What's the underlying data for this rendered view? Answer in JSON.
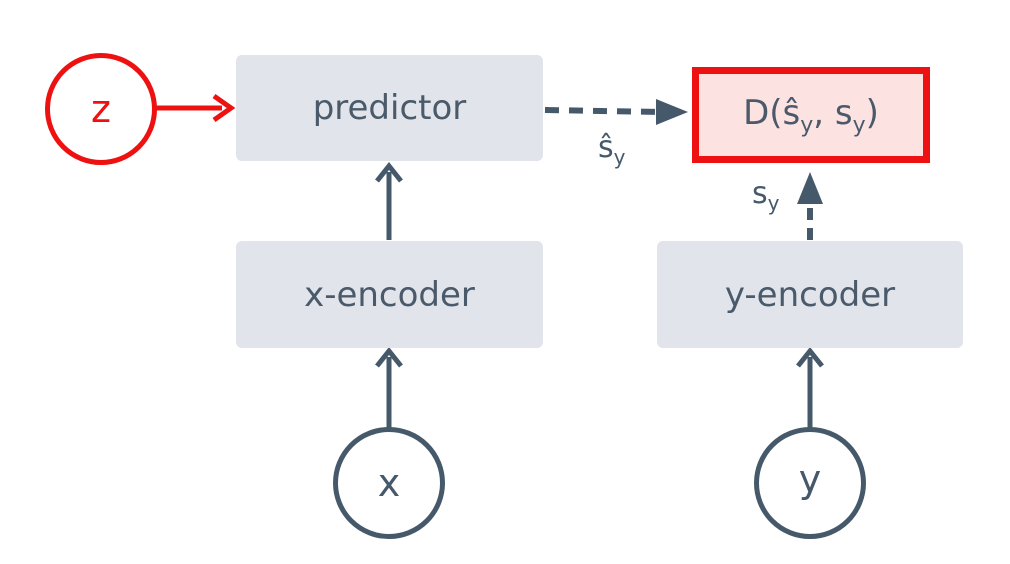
{
  "nodes": {
    "z": "z",
    "x": "x",
    "y": "y",
    "predictor": "predictor",
    "x_encoder": "x-encoder",
    "y_encoder": "y-encoder",
    "distance": "D(ŝ",
    "distance_sub1": "y",
    "distance_mid": ", s",
    "distance_sub2": "y",
    "distance_end": ")"
  },
  "edge_labels": {
    "s_hat": "ŝ",
    "s_hat_sub": "y",
    "s": "s",
    "s_sub": "y"
  },
  "colors": {
    "node_dark": "#46596b",
    "box_fill": "#e1e5eb",
    "latent_red": "#ee1111",
    "energy_fill": "#fde2e2"
  }
}
